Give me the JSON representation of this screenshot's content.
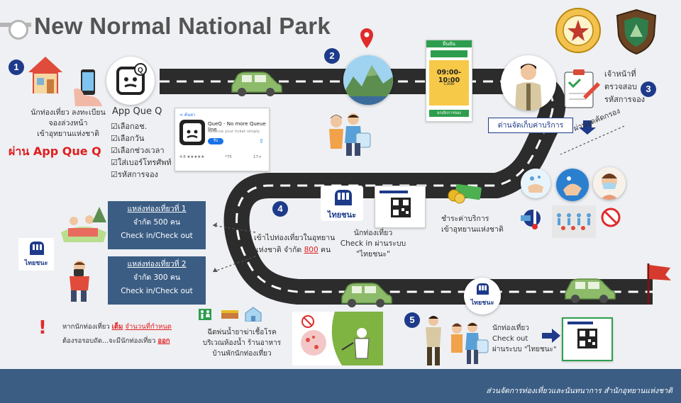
{
  "title": "New Normal National Park",
  "steps": {
    "n1": "1",
    "n2": "2",
    "n3": "3",
    "n4": "4",
    "n5": "5"
  },
  "step1": {
    "lines": [
      "นักท่องเที่ยว ลงทะเบียน",
      "จองล่วงหน้า",
      "เข้าอุทยานแห่งชาติ"
    ],
    "via": "ผ่าน App Que Q"
  },
  "app": {
    "heading": "App Que Q",
    "checklist": [
      "เลือกอช.",
      "เลือกวัน",
      "เลือกช่วงเวลา",
      "ใส่เบอร์โทรศัพท์",
      "รหัสการจอง"
    ],
    "store_back": "< ค้นหา",
    "store_name": "QueQ - No more Queue line",
    "store_sub": "Reserve your ticket simply",
    "store_get": "รับ",
    "store_rating": "4.8 ★★★★★",
    "store_count": "*75",
    "store_age": "17+"
  },
  "ticket": {
    "header": "ยืนยัน",
    "time": "09:00-10:00",
    "code_label": "Code",
    "bottom": "ยกเลิกการจอง"
  },
  "station": {
    "label": "ด่านจัดเก็บค่าบริการ"
  },
  "step3": {
    "lines": [
      "เจ้าหน้าที่",
      "ตรวจสอบ",
      "รหัสการจอง"
    ],
    "screen": "ผ่านจุดคัดกรอง"
  },
  "step4": {
    "enter": [
      "เข้าไปท่องเที่ยวในอุทยาน",
      "แห่งชาติ จำกัด"
    ],
    "limit": "800",
    "unit": "คน",
    "thaichana": "ไทยชนะ",
    "tourist": [
      "นักท่องเที่ยว",
      "Check in ผ่านระบบ",
      "\"ไทยชนะ\""
    ],
    "pay": [
      "ชำระค่าบริการ",
      "เข้าอุทยานแห่งชาติ"
    ]
  },
  "attractions": [
    {
      "title": "แหล่งท่องเที่ยวที่ 1",
      "limit": "จำกัด 500 คน",
      "check": "Check in/Check out"
    },
    {
      "title": "แหล่งท่องเที่ยวที่ 2",
      "limit": "จำกัด 300 คน",
      "check": "Check in/Check out"
    }
  ],
  "warning": {
    "l1a": "หากนักท่องเที่ยว",
    "l1b": "เต็ม",
    "l1c": "จำนวนที่กำหนด",
    "l2a": "ต้องรอรอบถัด...จะมีนักท่องเที่ยว",
    "l2b": "ออก"
  },
  "disinfect": [
    "ฉีดพ่นน้ำยาฆ่าเชื้อโรค",
    "บริเวณห้องน้ำ ร้านอาหาร",
    "บ้านพักนักท่องเที่ยว"
  ],
  "step5": {
    "lines": [
      "นักท่องเที่ยว",
      "Check out",
      "ผ่านระบบ \"ไทยชนะ\""
    ]
  },
  "footer": "ส่วนจัดการท่องเที่ยวและนันทนาการ สำนักอุทยานแห่งชาติ",
  "colors": {
    "road": "#2c2c2c",
    "navy": "#1e3a8a",
    "box": "#3b5d84",
    "car": "#8dbb6a",
    "red": "#e11d1d"
  }
}
